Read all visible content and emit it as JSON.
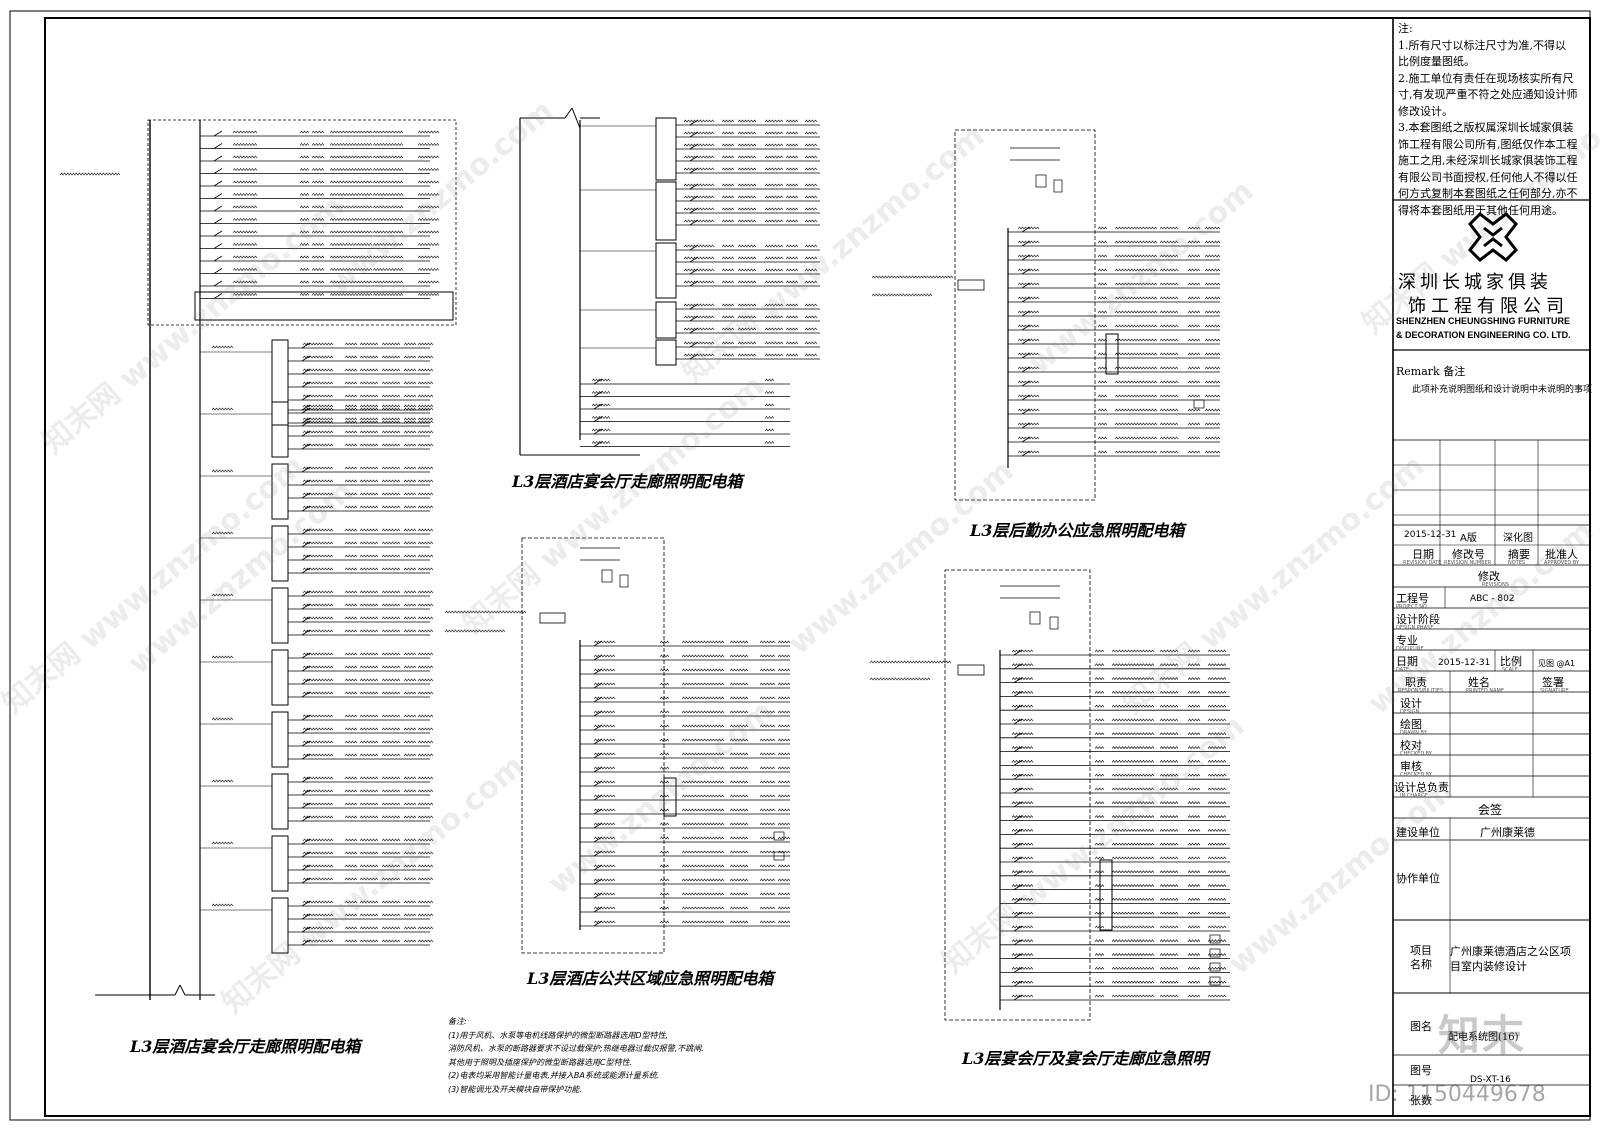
{
  "panels": {
    "left_title": "L3层酒店宴会厅走廊照明配电箱",
    "top_mid_title": "L3层酒店宴会厅走廊照明配电箱",
    "bottom_mid_title": "L3层酒店公共区域应急照明配电箱",
    "top_right_title": "L3层后勤办公应急照明配电箱",
    "bottom_right_title": "L3层宴会厅及宴会厅走廊应急照明"
  },
  "bottom_notes": {
    "heading": "备注:",
    "lines": [
      "(1)用于风机、水泵等电机线路保护的微型断路器选用D型特性,",
      "消防风机、水泵的断路器要求不设过载保护;热继电器过载仅报警,不跳闸.",
      "其他用于照明及插座保护的微型断路器选用C型特性.",
      "(2)电表均采用智能计量电表,并接入BA系统或能源计量系统.",
      "(3)智能调光及开关模块自带保护功能."
    ]
  },
  "title_block": {
    "notes_heading": "注:",
    "notes_lines": [
      "1.所有尺寸以标注尺寸为准,不得以",
      "比例度量图纸。",
      "2.施工单位有责任在现场核实所有尺",
      "寸,有发现严重不符之处应通知设计师",
      "修改设计。",
      "3.本套图纸之版权属深圳长城家俱装",
      "饰工程有限公司所有,图纸仅作本工程",
      "施工之用,未经深圳长城家俱装饰工程",
      "有限公司书面授权,任何他人不得以任",
      "何方式复制本套图纸之任何部分,亦不",
      "得将本套图纸用于其他任何用途。"
    ],
    "company_cn_line1": "深圳长城家俱装",
    "company_cn_line2": "饰工程有限公司",
    "company_en_line1": "SHENZHEN CHEUNGSHING FURNITURE",
    "company_en_line2": "& DECORATION ENGINEERING CO. LTD.",
    "remark_label": "Remark 备注",
    "remark_text": "此项补充说明图纸和设计说明中未说明的事项",
    "rev_date": "2015-12-31",
    "rev_no": "A版",
    "rev_notes": "深化图",
    "col_date": "日期",
    "col_date_en": "REVISION DATE",
    "col_revno": "修改号",
    "col_revno_en": "REVISION NUMBER",
    "col_notes": "摘要",
    "col_notes_en": "NOTES",
    "col_approved": "批准人",
    "col_approved_en": "APPROVED BY",
    "revisions_label": "修改",
    "revisions_en": "REVISIONS",
    "project_no_label": "工程号",
    "project_no_en": "PROJECT NO.",
    "project_no": "ABC - 802",
    "phase_label": "设计阶段",
    "phase_en": "DESIGN PHASE",
    "discipline_label": "专业",
    "discipline_en": "DISCIPLINE",
    "date_label": "日期",
    "date_en": "DATE",
    "date_value": "2015-12-31",
    "scale_label": "比例",
    "scale_en": "SCALE",
    "scale_value": "见图 @A1",
    "resp_label": "职责",
    "resp_en": "RESPONSIBILITIES",
    "name_label": "姓名",
    "name_en": "PRINTED NAME",
    "sign_label": "签署",
    "sign_en": "SIGNATURE",
    "design_label": "设计",
    "design_en": "DESIGN",
    "drawn_label": "绘图",
    "drawn_en": "DRAWN BY",
    "check_label": "校对",
    "check_en": "CHECKED BY",
    "review_label": "审核",
    "review_en": "CHECKED BY",
    "incharge_label": "设计总负责",
    "incharge_en": "IN CHARGE",
    "countersign_label": "会签",
    "client_label": "建设单位",
    "client_value": "广州康莱德",
    "coop_label": "协作单位",
    "project_label_1": "项目",
    "project_label_2": "名称",
    "project_name": "广州康莱德酒店之公区项目室内装修设计",
    "drawing_name_label": "图名",
    "drawing_name": "配电系统图(16)",
    "drawing_no_label": "图号",
    "drawing_no": "DS-XT-16",
    "sheet_label": "张数"
  },
  "watermarks": {
    "site": "www.znzmo.com",
    "brand": "知末网",
    "logo_text": "知末",
    "id_text": "ID: 1150449678"
  }
}
